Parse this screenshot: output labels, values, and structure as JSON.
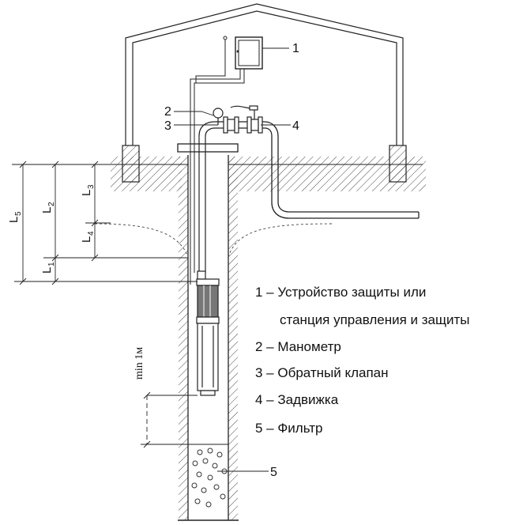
{
  "callouts": [
    "1",
    "2",
    "3",
    "4",
    "5"
  ],
  "dimensions": {
    "L5": {
      "main": "L",
      "sub": "5"
    },
    "L2": {
      "main": "L",
      "sub": "2"
    },
    "L3": {
      "main": "L",
      "sub": "3"
    },
    "L4": {
      "main": "L",
      "sub": "4"
    },
    "L1": {
      "main": "L",
      "sub": "1"
    },
    "min_label": "min 1м"
  },
  "legend": [
    "1 – Устройство защиты или",
    "станция управления и защиты",
    "2 – Манометр",
    "3 – Обратный клапан",
    "4 – Задвижка",
    "5 – Фильтр"
  ]
}
